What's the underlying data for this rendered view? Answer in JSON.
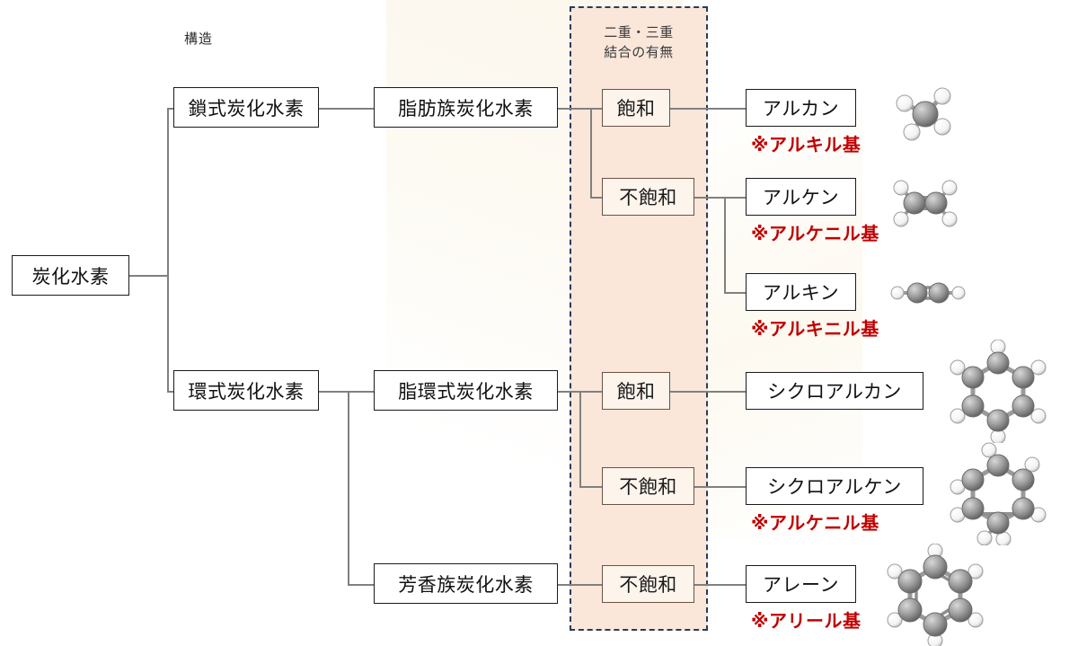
{
  "diagram": {
    "title_column_label": "構造",
    "highlight_column_title": "二重・三重\n結合の有無",
    "root": {
      "label": "炭化水素"
    },
    "level2": [
      {
        "label": "鎖式炭化水素"
      },
      {
        "label": "環式炭化水素"
      }
    ],
    "level3": [
      {
        "label": "脂肪族炭化水素"
      },
      {
        "label": "脂環式炭化水素"
      },
      {
        "label": "芳香族炭化水素"
      }
    ],
    "saturation": [
      {
        "label": "飽和"
      },
      {
        "label": "不飽和"
      },
      {
        "label": "飽和"
      },
      {
        "label": "不飽和"
      },
      {
        "label": "不飽和"
      }
    ],
    "classes": [
      {
        "label": "アルカン",
        "note": "※アルキル基",
        "molecule": "methane-model"
      },
      {
        "label": "アルケン",
        "note": "※アルケニル基",
        "molecule": "ethene-model"
      },
      {
        "label": "アルキン",
        "note": "※アルキニル基",
        "molecule": "ethyne-model"
      },
      {
        "label": "シクロアルカン",
        "note": "",
        "molecule": "cyclohexane-model"
      },
      {
        "label": "シクロアルケン",
        "note": "※アルケニル基",
        "molecule": "cyclohexene-model"
      },
      {
        "label": "アレーン",
        "note": "※アリール基",
        "molecule": "benzene-model"
      }
    ],
    "colors": {
      "highlight_fill": "#fae7da",
      "highlight_border": "#2b3a5c",
      "saturation_box_fill": "#fdf4ec",
      "saturation_box_border": "#6b5244",
      "note_text": "#c00000",
      "node_border": "#1a1a1a",
      "connector": "#808080"
    }
  }
}
